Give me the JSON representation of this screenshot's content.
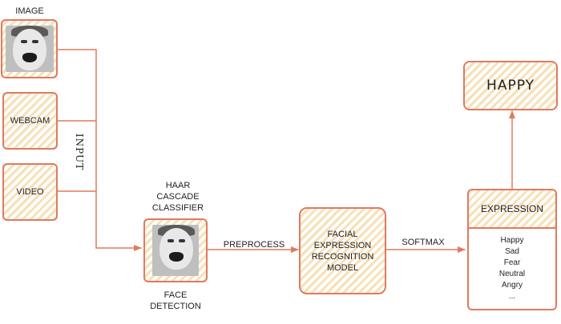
{
  "nodes": {
    "image_label": "IMAGE",
    "webcam": "WEBCAM",
    "video": "VIDEO",
    "input_label": "INPUT",
    "haar_label": [
      "HAAR",
      "CASCADE",
      "CLASSIFIER"
    ],
    "face_detection_label": [
      "FACE",
      "DETECTION"
    ],
    "preprocess_label": "PREPROCESS",
    "model_label": [
      "FACIAL",
      "EXPRESSION",
      "RECOGNITION",
      "MODEL"
    ],
    "softmax_label": "SOFTMAX",
    "expression_header": "EXPRESSION",
    "expression_items": [
      "Happy",
      "Sad",
      "Fear",
      "Neutral",
      "Angry",
      "..."
    ],
    "output": "HAPPY"
  },
  "colors": {
    "stroke": "#e07a5f",
    "hatch": "#f3c67b",
    "text": "#222222"
  },
  "icons": {
    "input_face": "face-photo",
    "detected_face": "face-photo"
  }
}
